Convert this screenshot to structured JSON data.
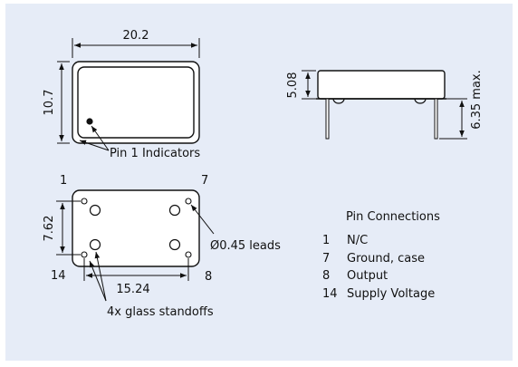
{
  "colors": {
    "background": "#e6ecf7",
    "ink": "#111111",
    "body_fill": "#ffffff"
  },
  "top_view": {
    "width_dim": "20.2",
    "height_dim": "10.7",
    "pin1_callout": "Pin 1 Indicators"
  },
  "side_view": {
    "body_height_dim": "5.08",
    "lead_height_dim": "6.35 max."
  },
  "bottom_view": {
    "pin_top_left": "1",
    "pin_top_right": "7",
    "pin_bottom_left": "14",
    "pin_bottom_right": "8",
    "vertical_spacing_dim": "7.62",
    "horizontal_spacing_dim": "15.24",
    "lead_callout": "Ø0.45 leads",
    "standoff_callout": "4x glass standoffs"
  },
  "pin_connections": {
    "title": "Pin Connections",
    "rows": [
      {
        "pin": "1",
        "function": "N/C"
      },
      {
        "pin": "7",
        "function": "Ground, case"
      },
      {
        "pin": "8",
        "function": "Output"
      },
      {
        "pin": "14",
        "function": "Supply Voltage"
      }
    ]
  }
}
